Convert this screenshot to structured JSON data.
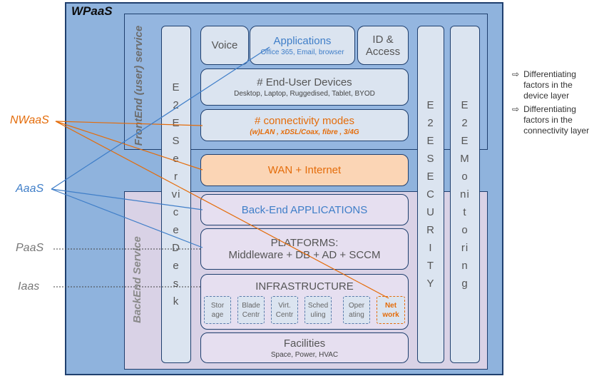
{
  "title": "WPaaS",
  "sections": {
    "frontend": "FrontEnd (user) service",
    "backend": "BackEnd Service"
  },
  "columns": {
    "service_desk": "E2E Service Desk",
    "security": "E2E SECURITY",
    "monitoring": "E2E Monitoring"
  },
  "front_boxes": {
    "voice": "Voice",
    "applications": {
      "title": "Applications",
      "sub": "Office 365, Email, browser"
    },
    "id_access": "ID & Access",
    "devices": {
      "title": "# End-User Devices",
      "sub": "Desktop,  Laptop, Ruggedised, Tablet, BYOD"
    },
    "connectivity": {
      "title": "# connectivity modes",
      "sub": "(w)LAN ,  xDSL/Coax, fibre , 3/4G"
    }
  },
  "wan": "WAN + Internet",
  "back_boxes": {
    "backend_apps": "Back-End APPLICATIONS",
    "platforms": {
      "title": "PLATFORMS:",
      "sub": "Middleware + DB + AD + SCCM"
    },
    "infrastructure": {
      "title": "INFRASTRUCTURE",
      "items": [
        "Stor age",
        "Blade Centr",
        "Virt. Centr",
        "Sched uling",
        "Oper ating",
        "Net work"
      ]
    },
    "facilities": {
      "title": "Facilities",
      "sub": "Space, Power, HVAC"
    }
  },
  "side_labels": {
    "nwaas": "NWaaS",
    "aaas": "AaaS",
    "paas": "PaaS",
    "iaas": "Iaas"
  },
  "legend": [
    {
      "symbol": "⇨",
      "text": "Differentiating factors in the device layer"
    },
    {
      "symbol": "⇨",
      "text": "Differentiating factors in the connectivity layer"
    }
  ],
  "colors": {
    "orange": "#e46c0a",
    "blue": "#3f7ec8",
    "outer": "#8fb3dd",
    "back": "#d9d2e6",
    "wan": "#fbd5b5"
  }
}
